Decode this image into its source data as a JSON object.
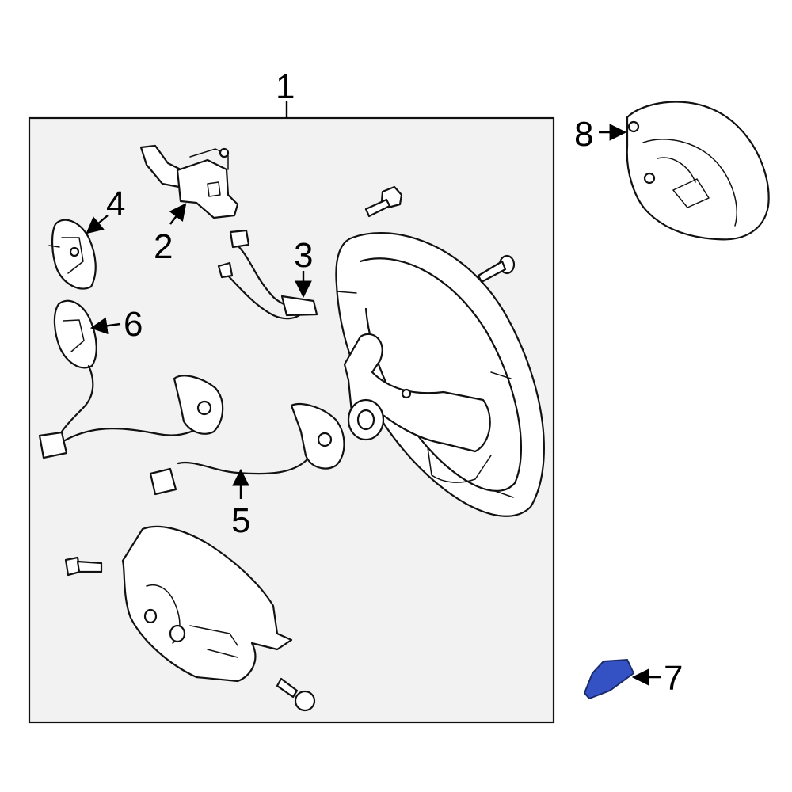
{
  "colors": {
    "background": "#ffffff",
    "panel": "#f2f2f2",
    "line": "#111111",
    "highlight_part": "#3452c4"
  },
  "callouts": [
    {
      "id": "1",
      "label": "1"
    },
    {
      "id": "2",
      "label": "2"
    },
    {
      "id": "3",
      "label": "3"
    },
    {
      "id": "4",
      "label": "4"
    },
    {
      "id": "5",
      "label": "5"
    },
    {
      "id": "6",
      "label": "6"
    },
    {
      "id": "7",
      "label": "7"
    },
    {
      "id": "8",
      "label": "8"
    }
  ],
  "highlighted_callout": "7"
}
